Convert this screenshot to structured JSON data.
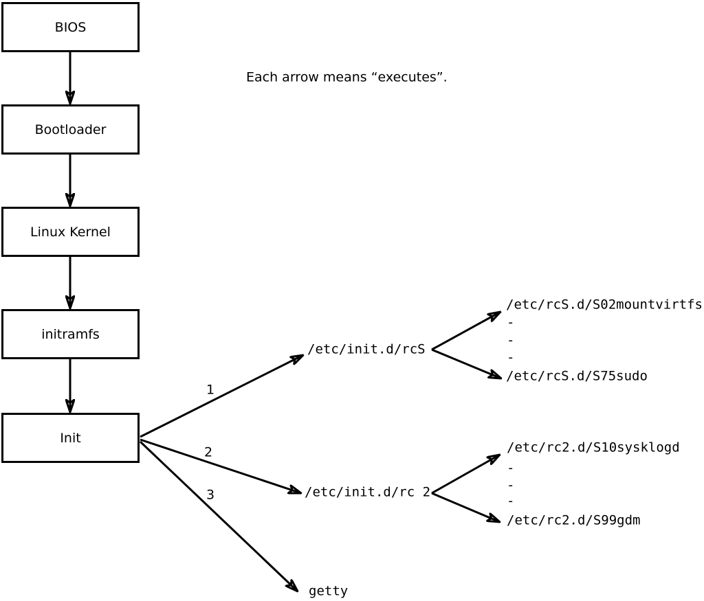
{
  "note": "Each arrow means “executes”.",
  "colors": {
    "line": "#000000",
    "background": "#ffffff",
    "box_fill": "#ffffff",
    "text": "#000000"
  },
  "boxes": [
    {
      "label": "BIOS"
    },
    {
      "label": "Bootloader"
    },
    {
      "label": "Linux Kernel"
    },
    {
      "label": "initramfs"
    },
    {
      "label": "Init"
    }
  ],
  "branches": [
    {
      "order": "1",
      "target": "/etc/init.d/rcS"
    },
    {
      "order": "2",
      "target": "/etc/init.d/rc 2"
    },
    {
      "order": "3",
      "target": "getty"
    }
  ],
  "forks": {
    "rcS": {
      "children": [
        "/etc/rcS.d/S02mountvirtfs",
        "-",
        "-",
        "-",
        "/etc/rcS.d/S75sudo"
      ]
    },
    "rc2": {
      "children": [
        "/etc/rc2.d/S10sysklogd",
        "-",
        "-",
        "-",
        "/etc/rc2.d/S99gdm"
      ]
    }
  }
}
